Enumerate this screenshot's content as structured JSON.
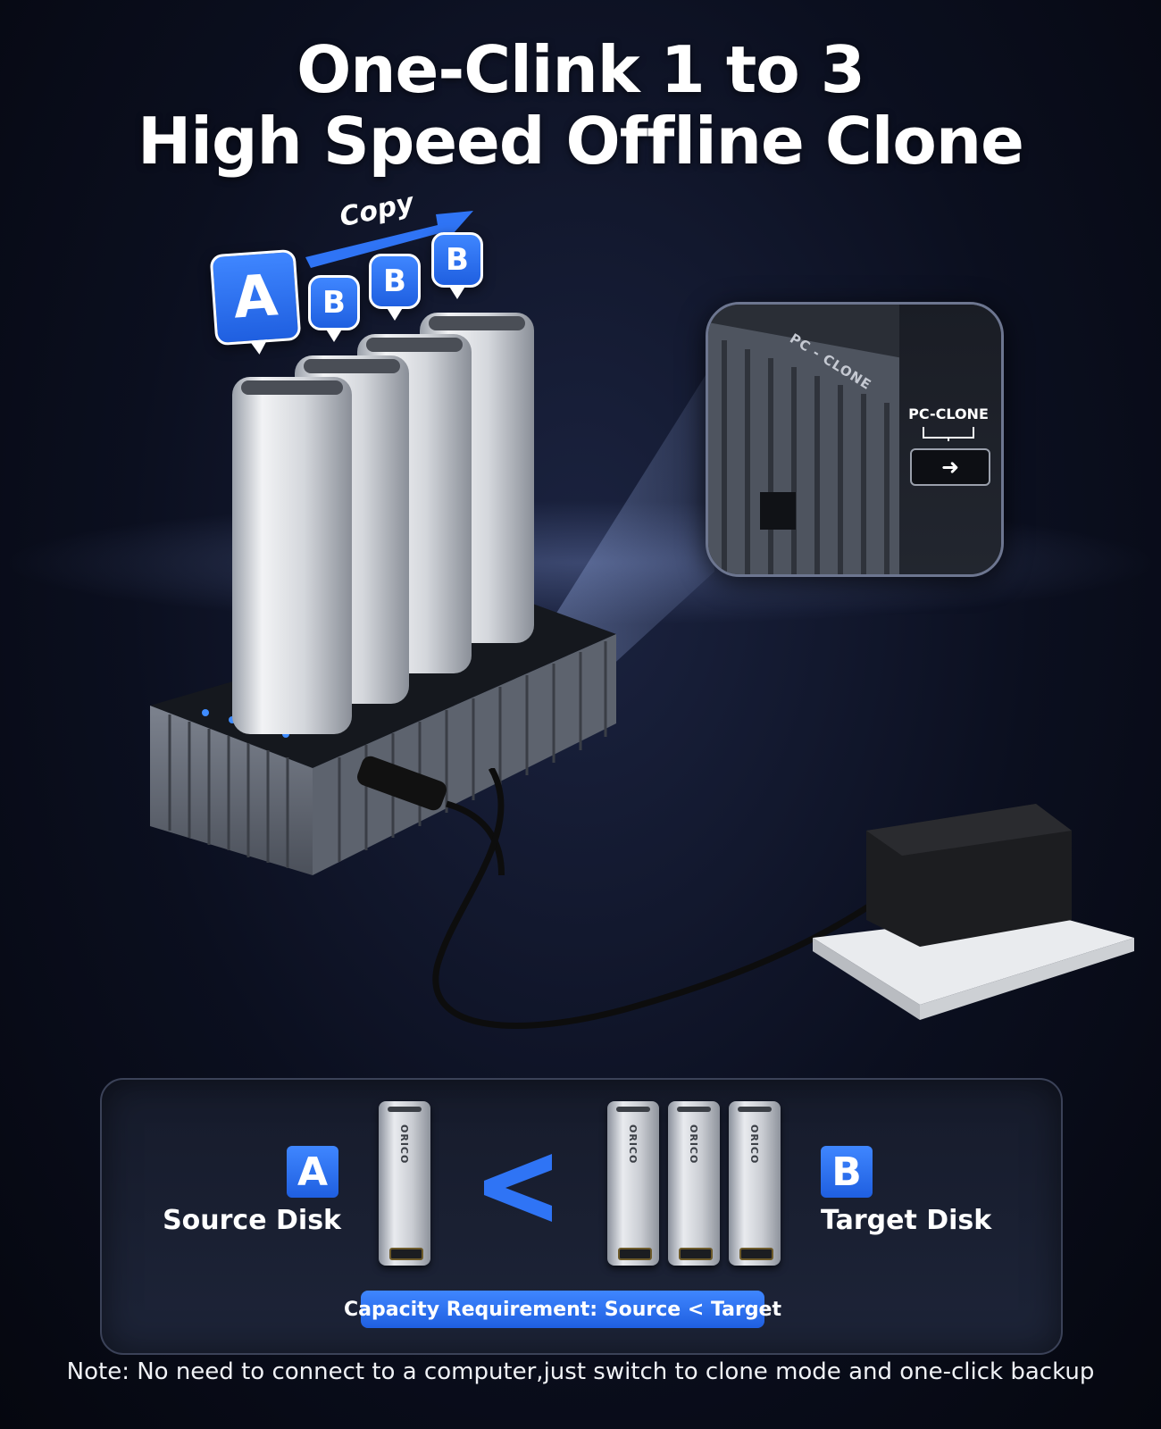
{
  "headline": {
    "line1": "One-Clink 1 to 3",
    "line2": "High Speed Offline Clone"
  },
  "diagram": {
    "copy_label": "Copy",
    "source_badge": "A",
    "target_badges": [
      "B",
      "B",
      "B"
    ]
  },
  "zoom": {
    "embossed_label": "PC - CLONE",
    "switch_label": "PC-CLONE",
    "switch_arrow": "➜"
  },
  "panel": {
    "source_badge": "A",
    "source_label": "Source Disk",
    "target_badge": "B",
    "target_label": "Target Disk",
    "disk_brand": "ORICO",
    "capacity_requirement": "Capacity Requirement: Source < Target"
  },
  "note": "Note: No need to connect to a computer,just switch to clone mode and one-click backup",
  "colors": {
    "accent_blue": "#2f74f5",
    "background": "#0b0f1f"
  }
}
